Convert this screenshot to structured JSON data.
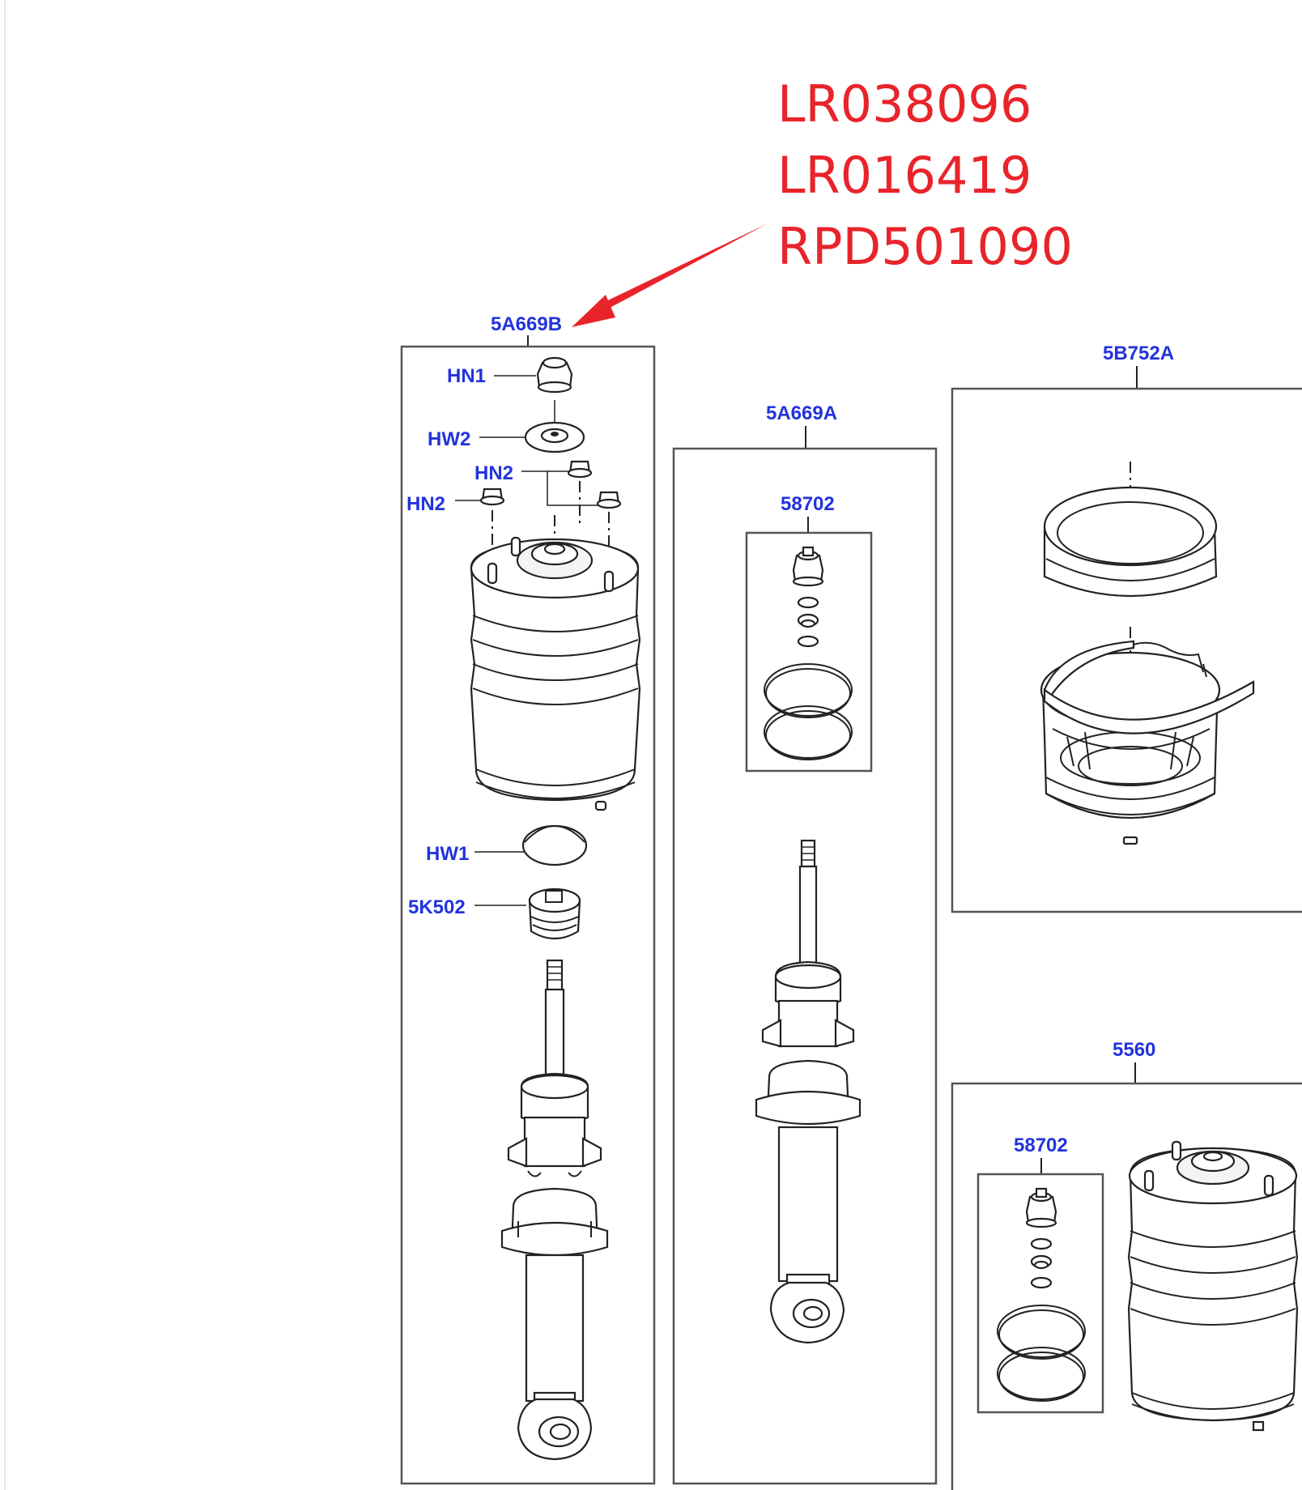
{
  "part_numbers": [
    "LR038096",
    "LR016419",
    "RPD501090"
  ],
  "colors": {
    "part_number_text": "#e8242b",
    "callout_text": "#2233dd",
    "arrow": "#e8242b"
  },
  "labels": {
    "assembly_b": "5A669B",
    "hn1": "HN1",
    "hw2": "HW2",
    "hn2_a": "HN2",
    "hn2_b": "HN2",
    "hw1": "HW1",
    "k502": "5K502",
    "assembly_a": "5A669A",
    "kit_a": "58702",
    "top_mount": "5B752A",
    "spring": "5560",
    "kit_b": "58702"
  }
}
